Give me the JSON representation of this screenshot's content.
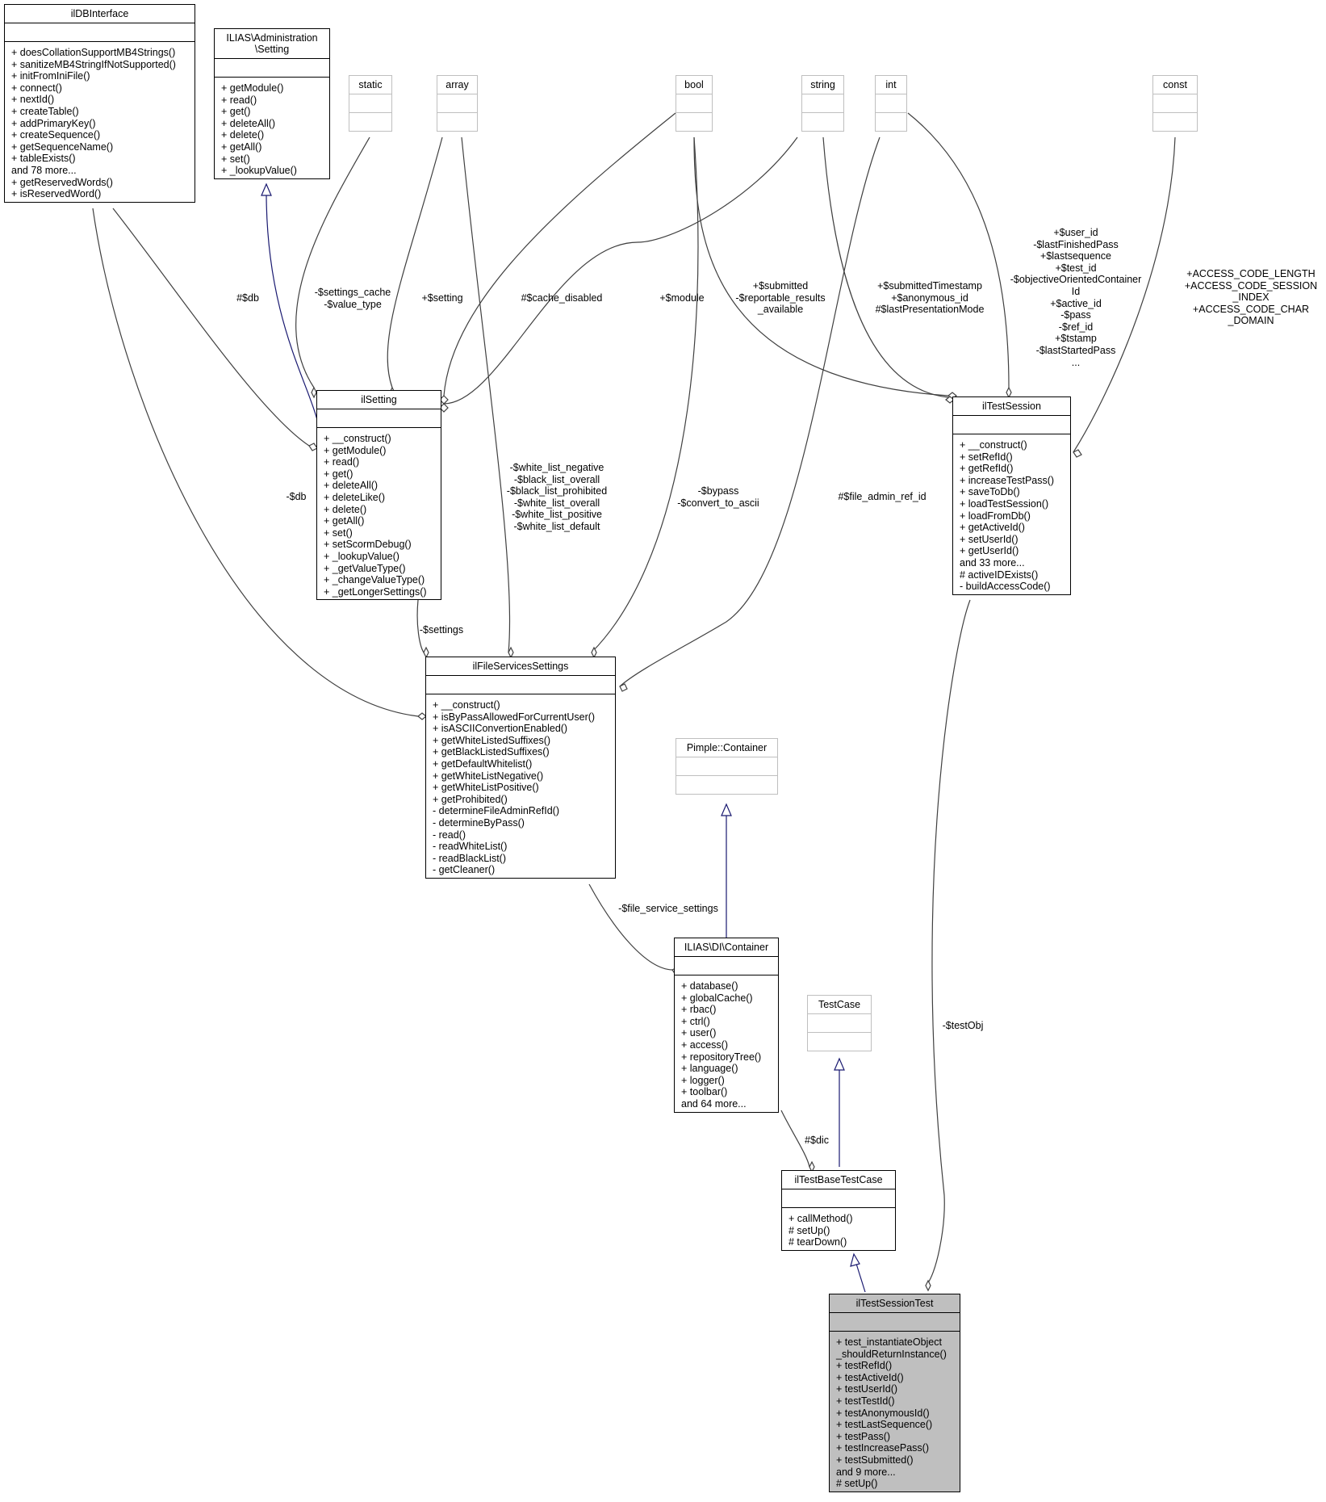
{
  "classes": {
    "ildbinterface": {
      "name": "ilDBInterface",
      "ops": [
        "+ doesCollationSupportMB4Strings()",
        "+ sanitizeMB4StringIfNotSupported()",
        "+ initFromIniFile()",
        "+ connect()",
        "+ nextId()",
        "+ createTable()",
        "+ addPrimaryKey()",
        "+ createSequence()",
        "+ getSequenceName()",
        "+ tableExists()",
        "and 78 more...",
        "+ getReservedWords()",
        "+ isReservedWord()"
      ]
    },
    "admin_setting": {
      "name": "ILIAS\\Administration\n\\Setting",
      "ops": [
        "+ getModule()",
        "+ read()",
        "+ get()",
        "+ deleteAll()",
        "+ delete()",
        "+ getAll()",
        "+ set()",
        "+ _lookupValue()"
      ]
    },
    "static": {
      "name": "static"
    },
    "array": {
      "name": "array"
    },
    "bool": {
      "name": "bool"
    },
    "string": {
      "name": "string"
    },
    "int": {
      "name": "int"
    },
    "const": {
      "name": "const"
    },
    "ilsetting": {
      "name": "ilSetting",
      "ops": [
        "+ __construct()",
        "+ getModule()",
        "+ read()",
        "+ get()",
        "+ deleteAll()",
        "+ deleteLike()",
        "+ delete()",
        "+ getAll()",
        "+ set()",
        "+ setScormDebug()",
        "+ _lookupValue()",
        "+ _getValueType()",
        "+ _changeValueType()",
        "+ _getLongerSettings()"
      ]
    },
    "iltestsession": {
      "name": "ilTestSession",
      "ops": [
        "+ __construct()",
        "+ setRefId()",
        "+ getRefId()",
        "+ increaseTestPass()",
        "+ saveToDb()",
        "+ loadTestSession()",
        "+ loadFromDb()",
        "+ getActiveId()",
        "+ setUserId()",
        "+ getUserId()",
        "and 33 more...",
        "# activeIDExists()",
        "- buildAccessCode()"
      ]
    },
    "filesettings": {
      "name": "ilFileServicesSettings",
      "ops": [
        "+ __construct()",
        "+ isByPassAllowedForCurrentUser()",
        "+ isASCIIConvertionEnabled()",
        "+ getWhiteListedSuffixes()",
        "+ getBlackListedSuffixes()",
        "+ getDefaultWhitelist()",
        "+ getWhiteListNegative()",
        "+ getWhiteListPositive()",
        "+ getProhibited()",
        "- determineFileAdminRefId()",
        "- determineByPass()",
        "- read()",
        "- readWhiteList()",
        "- readBlackList()",
        "- getCleaner()"
      ]
    },
    "pimple": {
      "name": "Pimple::Container"
    },
    "di_container": {
      "name": "ILIAS\\DI\\Container",
      "ops": [
        "+ database()",
        "+ globalCache()",
        "+ rbac()",
        "+ ctrl()",
        "+ user()",
        "+ access()",
        "+ repositoryTree()",
        "+ language()",
        "+ logger()",
        "+ toolbar()",
        "and 64 more..."
      ]
    },
    "testcase": {
      "name": "TestCase"
    },
    "basetestcase": {
      "name": "ilTestBaseTestCase",
      "ops": [
        "+ callMethod()",
        "# setUp()",
        "# tearDown()"
      ]
    },
    "sessiontest": {
      "name": "ilTestSessionTest",
      "ops": [
        "+ test_instantiateObject\n_shouldReturnInstance()",
        "+ testRefId()",
        "+ testActiveId()",
        "+ testUserId()",
        "+ testTestId()",
        "+ testAnonymousId()",
        "+ testLastSequence()",
        "+ testPass()",
        "+ testIncreasePass()",
        "+ testSubmitted()",
        "and 9 more...",
        "# setUp()"
      ]
    }
  },
  "edge_labels": {
    "db1": "#$db",
    "settings_cache": "-$settings_cache\n-$value_type",
    "setting": "+$setting",
    "cache_disabled": "#$cache_disabled",
    "module": "+$module",
    "submitted": "+$submitted\n-$reportable_results\n_available",
    "submitted_ts": "+$submittedTimestamp\n+$anonymous_id\n#$lastPresentationMode",
    "int_attrs": "+$user_id\n-$lastFinishedPass\n+$lastsequence\n+$test_id\n-$objectiveOrientedContainer\nId\n+$active_id\n-$pass\n-$ref_id\n+$tstamp\n-$lastStartedPass\n...",
    "const_attrs": "+ACCESS_CODE_LENGTH\n+ACCESS_CODE_SESSION\n_INDEX\n+ACCESS_CODE_CHAR\n_DOMAIN",
    "db2": "-$db",
    "lists": "-$white_list_negative\n-$black_list_overall\n-$black_list_prohibited\n-$white_list_overall\n-$white_list_positive\n-$white_list_default",
    "bypass": "-$bypass\n-$convert_to_ascii",
    "file_admin": "#$file_admin_ref_id",
    "settings": "-$settings",
    "file_service": "-$file_service_settings",
    "testobj": "-$testObj",
    "dic": "#$dic"
  },
  "colors": {
    "inherit": "#191970",
    "assoc": "#404040",
    "ghost_border": "#bfbfbf",
    "focus_fill": "#bfbfbf"
  }
}
